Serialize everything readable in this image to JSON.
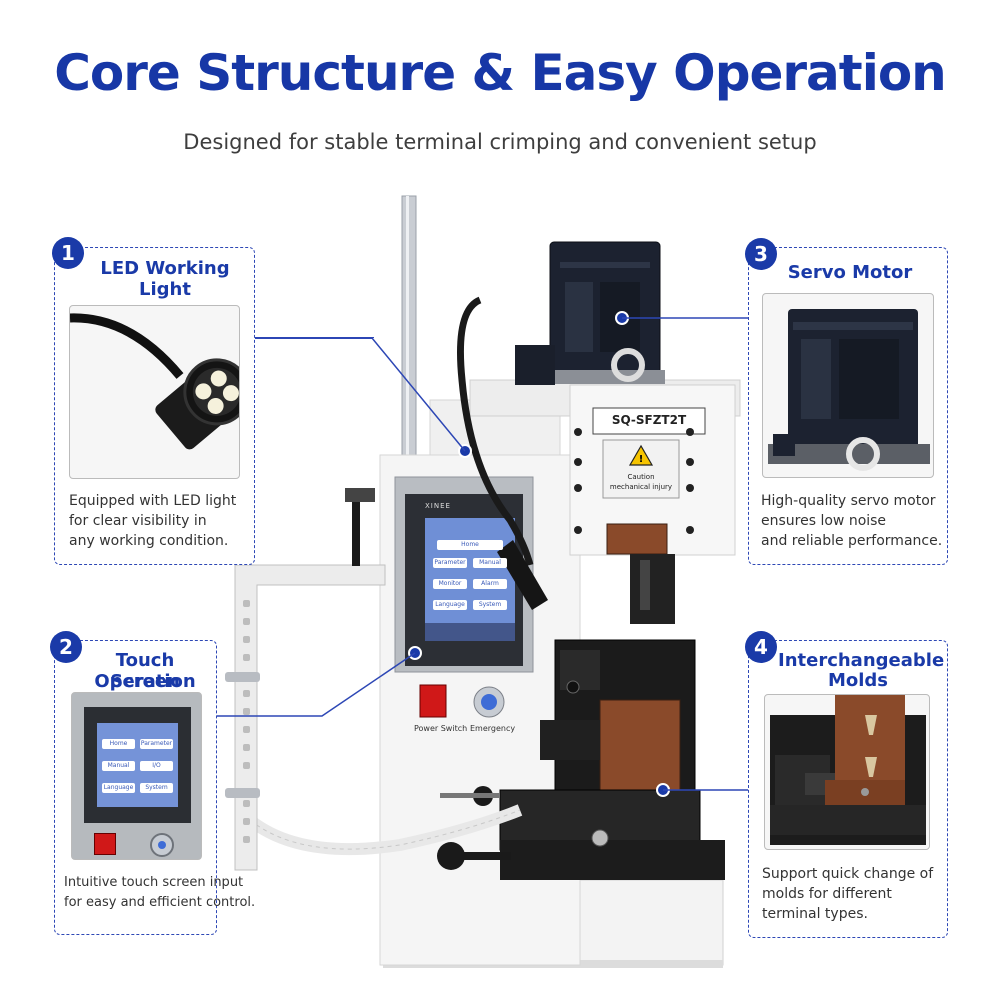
{
  "header": {
    "title": "Core Structure & Easy Operation",
    "subtitle": "Designed for stable terminal crimping and convenient setup"
  },
  "callouts": [
    {
      "number": "1",
      "title_lines": [
        "LED Working",
        "Light"
      ],
      "description_lines": [
        "Equipped with LED light",
        "for clear visibility in",
        "any working condition."
      ],
      "icon": "led-lamp-icon"
    },
    {
      "number": "2",
      "title_lines": [
        "Touch Screen",
        "Operation"
      ],
      "description_lines": [
        "Intuitive touch screen input",
        "for easy and efficient control."
      ],
      "icon": "touch-screen-icon"
    },
    {
      "number": "3",
      "title_lines": [
        "Servo Motor"
      ],
      "description_lines": [
        "High-quality servo motor",
        "ensures low noise",
        "and reliable performance."
      ],
      "icon": "servo-motor-icon"
    },
    {
      "number": "4",
      "title_lines": [
        "Interchangeable",
        "Molds"
      ],
      "description_lines": [
        "Support quick change of",
        "molds for different",
        "terminal types."
      ],
      "icon": "mold-icon"
    }
  ],
  "machine": {
    "model_label": "SQ-SFZT2T",
    "warning_lines": [
      "Caution",
      "mechanical injury"
    ],
    "brand": "XINEE",
    "power_switch_label": "Power Switch",
    "emergency_label": "Emergency"
  },
  "screen": {
    "buttons": [
      "Home",
      "Parameter",
      "Manual",
      "Monitor",
      "Alarm",
      "Language",
      "System"
    ]
  },
  "inset_screen": {
    "buttons": [
      "Home",
      "Parameter",
      "Manual",
      "I/O",
      "Language",
      "System"
    ]
  },
  "colors": {
    "accent": "#1a3aa8",
    "title": "#1737a6",
    "copper": "#8a4a2a",
    "machine_white": "#f2f2f2",
    "motor_dark": "#1c2230"
  }
}
